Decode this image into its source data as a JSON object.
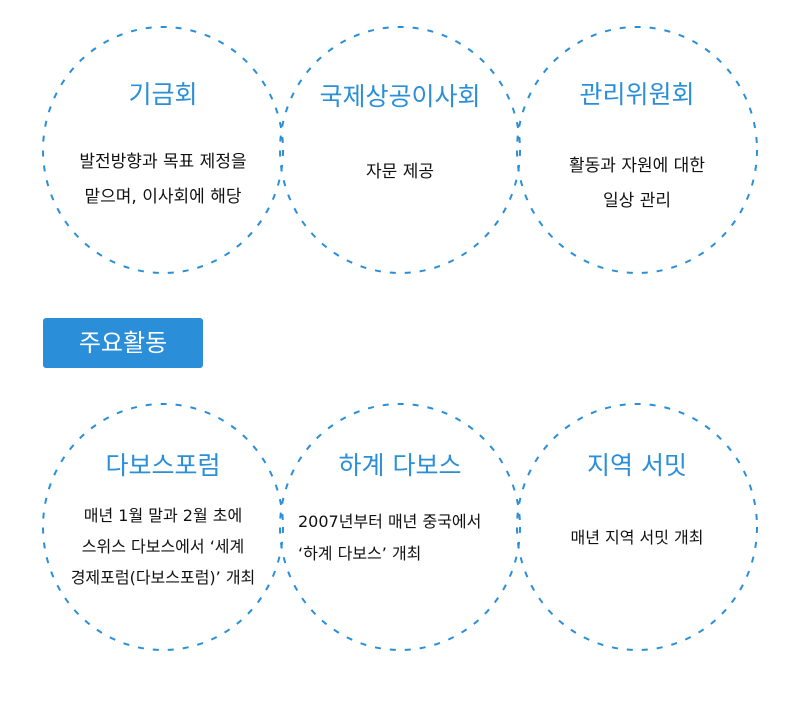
{
  "colors": {
    "accent": "#2a8fd8",
    "text": "#111111"
  },
  "organization": [
    {
      "title": "기금회",
      "lines": [
        "발전방향과 목표 제정을",
        "맡으며, 이사회에 해당"
      ]
    },
    {
      "title": "국제상공이사회",
      "lines": [
        "자문 제공"
      ]
    },
    {
      "title": "관리위원회",
      "lines": [
        "활동과 자원에 대한",
        "일상 관리"
      ]
    }
  ],
  "section_button": "주요활동",
  "activities": [
    {
      "title": "다보스포럼",
      "lines": [
        "매년 1월 말과 2월 초에",
        "스위스 다보스에서 ‘세계",
        "경제포럼(다보스포럼)’ 개최"
      ]
    },
    {
      "title": "하계 다보스",
      "lines": [
        "2007년부터 매년 중국에서",
        "‘하계 다보스’ 개최"
      ]
    },
    {
      "title": "지역 서밋",
      "lines": [
        "매년 지역 서밋 개최"
      ]
    }
  ]
}
